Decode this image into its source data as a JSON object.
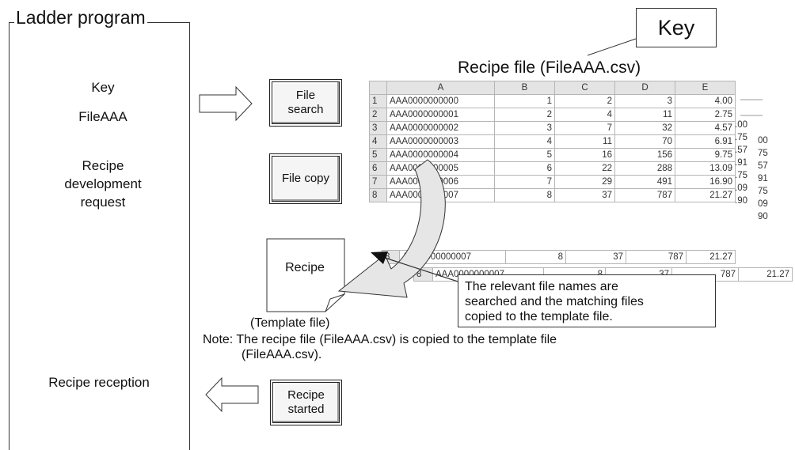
{
  "ladder": {
    "title": "Ladder program",
    "key": "Key",
    "file": "FileAAA",
    "request": [
      "Recipe",
      "development",
      "request"
    ],
    "reception": "Recipe reception"
  },
  "buttons": {
    "file_search": [
      "File",
      "search"
    ],
    "file_copy": "File copy",
    "recipe_started": [
      "Recipe",
      "started"
    ]
  },
  "key_label": "Key",
  "recipe_file_title": "Recipe file (FileAAA.csv)",
  "template": {
    "doc_label": "Recipe",
    "caption": "(Template file)"
  },
  "note": {
    "line1": "Note:  The recipe file (FileAAA.csv) is copied to the template file",
    "line2": "(FileAAA.csv)."
  },
  "callout": {
    "line1": "The relevant file names are",
    "line2": "searched and the matching files",
    "line3": "copied to the template file."
  },
  "sheet": {
    "columns": [
      "",
      "A",
      "B",
      "C",
      "D",
      "E"
    ],
    "rows": [
      [
        "1",
        "AAA0000000000",
        "1",
        "2",
        "3",
        "4.00"
      ],
      [
        "2",
        "AAA0000000001",
        "2",
        "4",
        "11",
        "2.75"
      ],
      [
        "3",
        "AAA0000000002",
        "3",
        "7",
        "32",
        "4.57"
      ],
      [
        "4",
        "AAA0000000003",
        "4",
        "11",
        "70",
        "6.91"
      ],
      [
        "5",
        "AAA0000000004",
        "5",
        "16",
        "156",
        "9.75"
      ],
      [
        "6",
        "AAA0000000005",
        "6",
        "22",
        "288",
        "13.09"
      ],
      [
        "7",
        "AAA0000000006",
        "7",
        "29",
        "491",
        "16.90"
      ],
      [
        "8",
        "AAA0000000007",
        "8",
        "37",
        "787",
        "21.27"
      ]
    ],
    "stack_fragments": [
      ".00",
      ".75",
      ".57",
      ".91",
      ".75",
      ".09",
      ".90"
    ],
    "stack_fragments2": [
      "00",
      "75",
      "57",
      "91",
      "75",
      "09",
      "90"
    ],
    "stack_row1": [
      "8",
      "AAA0000000007",
      "8",
      "37",
      "787",
      "21.27"
    ],
    "stack_row2": [
      "8",
      "AAA0000000007",
      "8",
      "37",
      "787",
      "21.27"
    ]
  }
}
